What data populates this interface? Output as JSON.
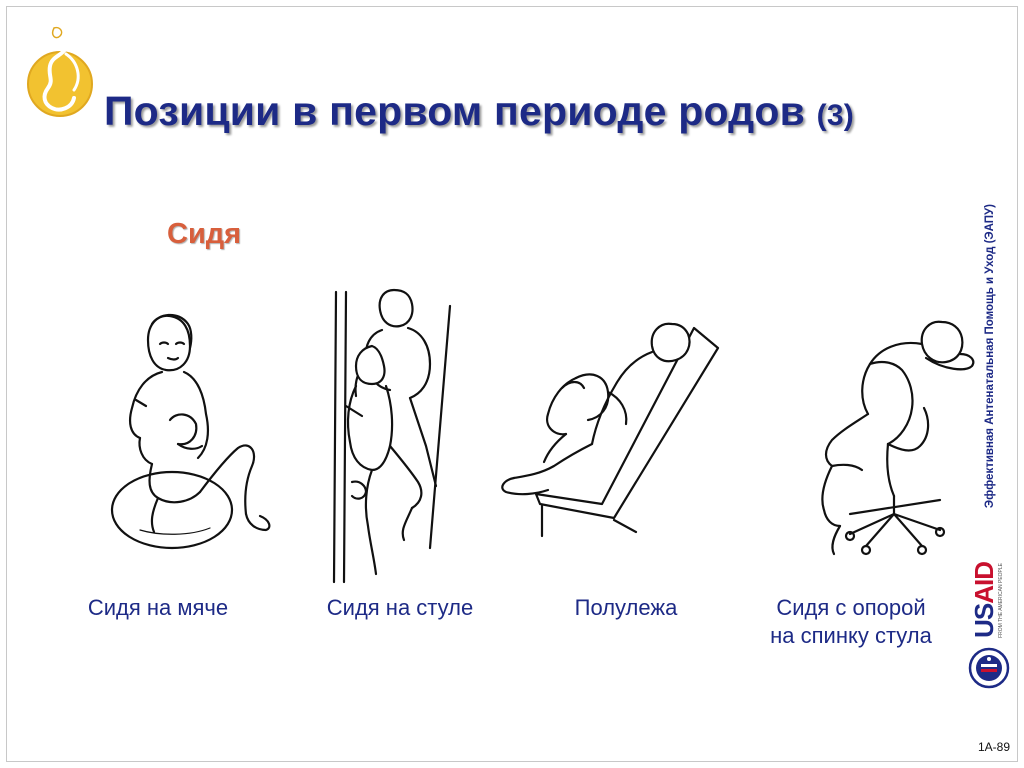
{
  "slide": {
    "title": "Позиции в первом периоде родов",
    "title_number": "(3)",
    "subtitle": "Сидя",
    "slide_number": "1A-89"
  },
  "figures": [
    {
      "caption_lines": [
        "Сидя на мяче"
      ],
      "icon": "woman-sitting-on-ball-illustration"
    },
    {
      "caption_lines": [
        "Сидя на стуле"
      ],
      "icon": "woman-sitting-on-chair-with-partner-illustration"
    },
    {
      "caption_lines": [
        "Полулежа"
      ],
      "icon": "woman-semi-reclining-illustration"
    },
    {
      "caption_lines": [
        "Сидя с опорой",
        "на спинку стула"
      ],
      "icon": "woman-leaning-on-chair-back-illustration"
    }
  ],
  "sidebar": {
    "program_name": "Эффективная Антенатальная Помощь и Уход (ЭАПУ)"
  },
  "branding": {
    "logo_icon": "pregnant-woman-silhouette-logo",
    "usaid_text_blue": "US",
    "usaid_text_red": "AID",
    "usaid_tagline": "FROM THE AMERICAN PEOPLE"
  },
  "colors": {
    "title": "#1d2a86",
    "subtitle": "#d85f3c",
    "caption": "#1d2a86",
    "logo_fill": "#f2c230",
    "usaid_red": "#c8102e"
  }
}
